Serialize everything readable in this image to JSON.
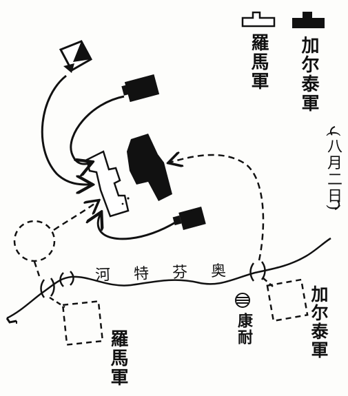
{
  "legend": {
    "roman_label": "羅馬軍",
    "carthage_label": "加尔泰軍"
  },
  "date_label": "(八月二日)",
  "river_label": "河特芬奥",
  "place_label": "康耐",
  "roman_army_label": "羅馬軍",
  "carthage_army_label": "加尔泰軍",
  "colors": {
    "ink": "#111111",
    "paper": "#fdfdfb"
  }
}
